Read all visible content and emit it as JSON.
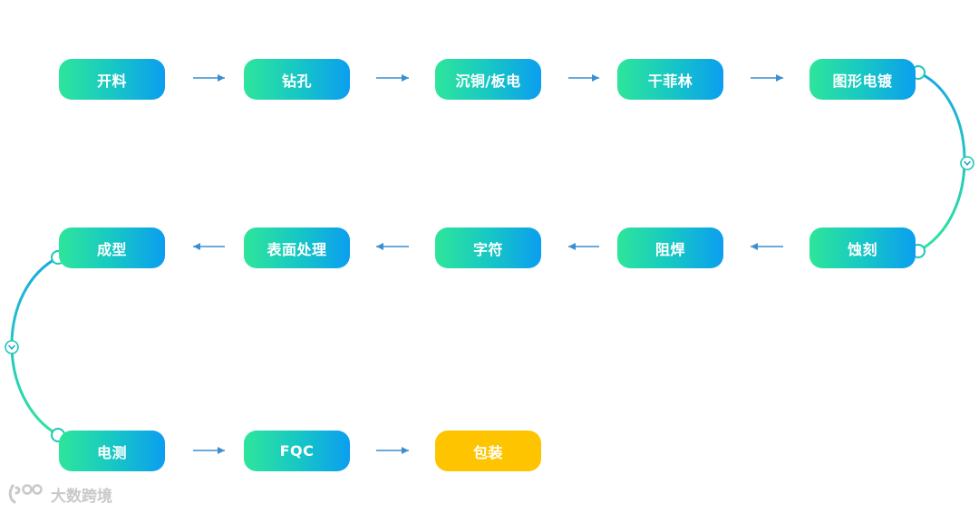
{
  "flow": {
    "colors": {
      "step_gradient_start": "#2ee59b",
      "step_gradient_end": "#0b9ef0",
      "final_step": "#ffc400",
      "arrow": "#3a8fd0",
      "connector_start": "#1aa8e6",
      "connector_end": "#2ee59b"
    },
    "steps": [
      {
        "label": "开料"
      },
      {
        "label": "钻孔"
      },
      {
        "label": "沉铜/板电"
      },
      {
        "label": "干菲林"
      },
      {
        "label": "图形电镀"
      },
      {
        "label": "蚀刻"
      },
      {
        "label": "阻焊"
      },
      {
        "label": "字符"
      },
      {
        "label": "表面处理"
      },
      {
        "label": "成型"
      },
      {
        "label": "电测"
      },
      {
        "label": "FQC"
      },
      {
        "label": "包装"
      }
    ]
  },
  "watermark": {
    "text": "大数跨境",
    "icon": "logo-icon"
  }
}
